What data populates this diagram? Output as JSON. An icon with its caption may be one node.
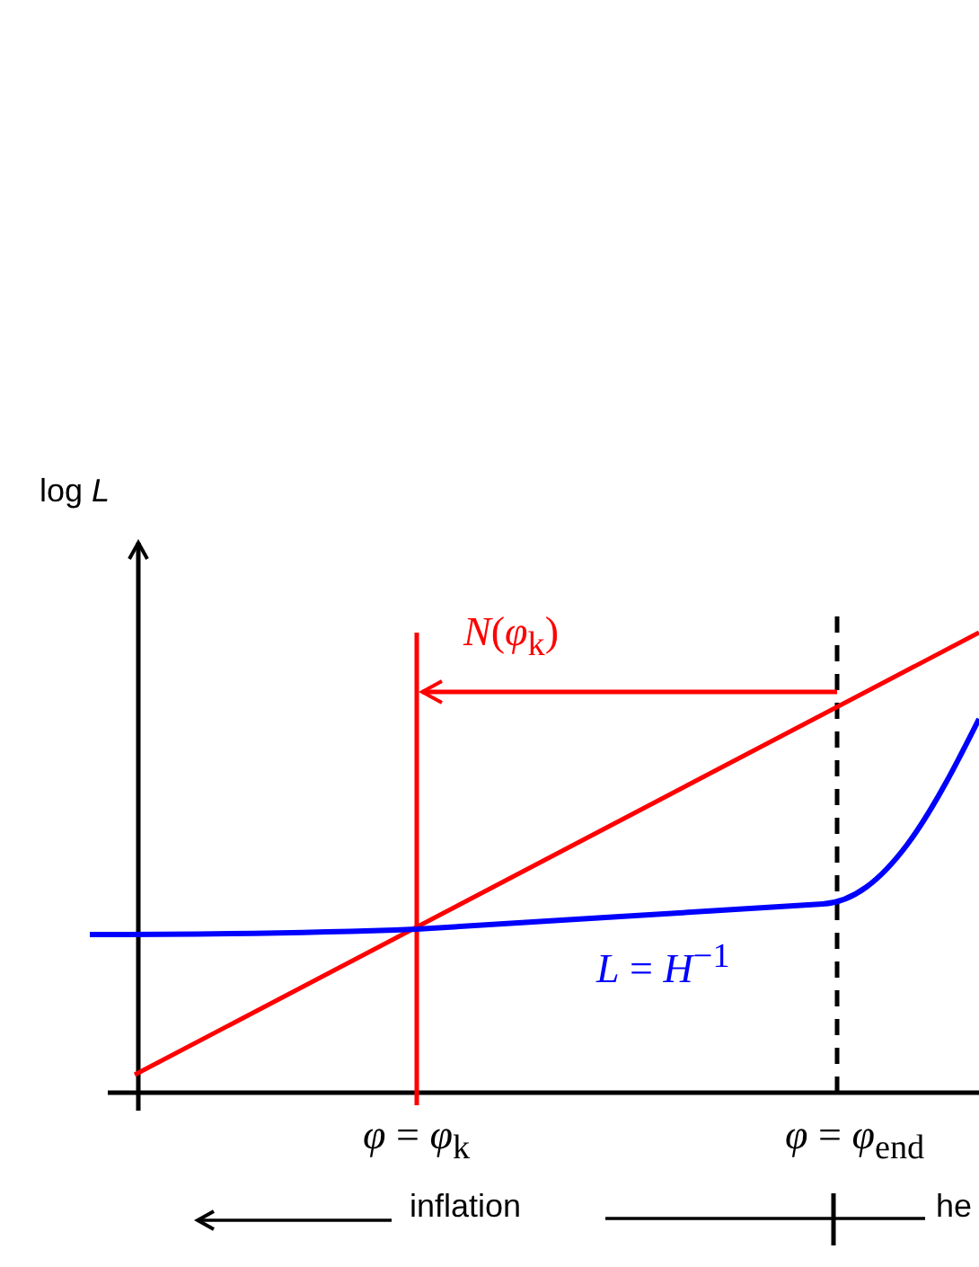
{
  "diagram": {
    "labels": [
      "log *L*",
      "*N*(*φ*$_{k}$)",
      "*L* = *H*$^{−1}$",
      "*φ* = *φ*$_{k}$",
      "*φ* = *φ*$_{end}$",
      "inflation",
      "he"
    ]
  }
}
